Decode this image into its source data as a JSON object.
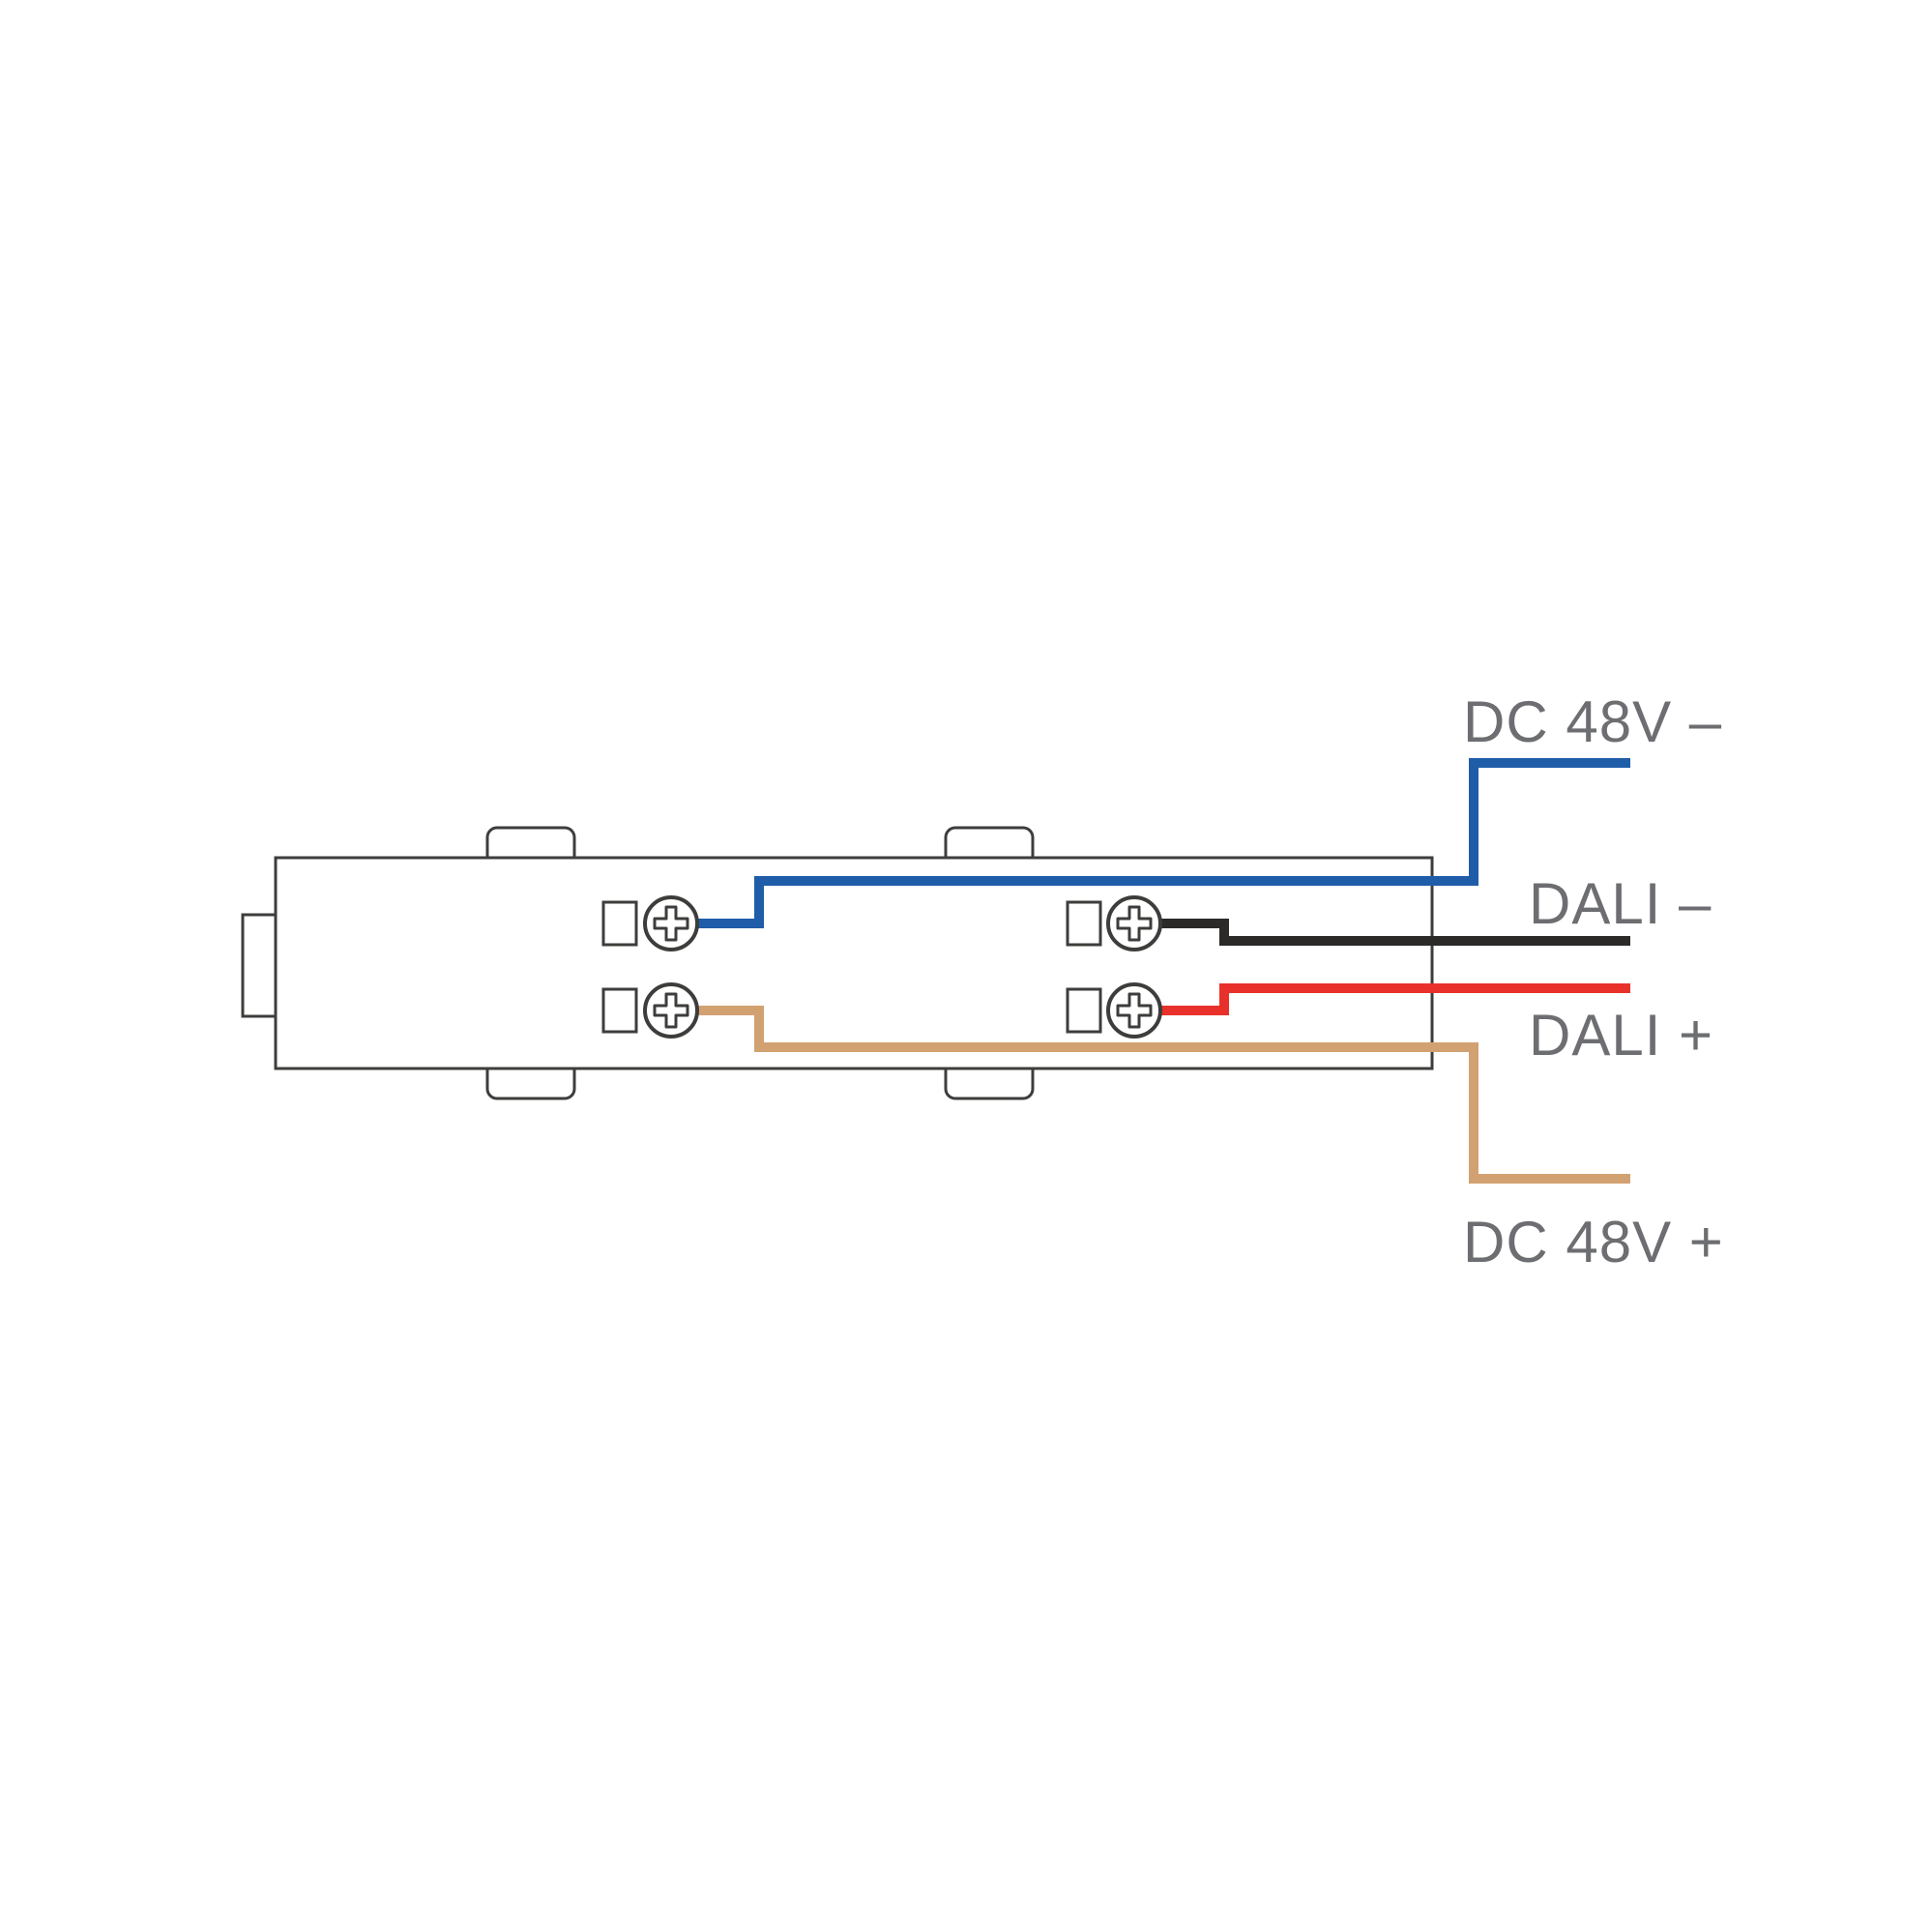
{
  "colors": {
    "background": "#ffffff",
    "outline": "#3d3d3b",
    "label": "#6d6e71"
  },
  "wires": {
    "dc48v_neg": {
      "label": "DC 48V –",
      "color": "#1f5da8"
    },
    "dali_neg": {
      "label": "DALI –",
      "color": "#2b2a29"
    },
    "dali_pos": {
      "label": "DALI +",
      "color": "#e8312a"
    },
    "dc48v_pos": {
      "label": "DC 48V +",
      "color": "#d2a172"
    }
  }
}
